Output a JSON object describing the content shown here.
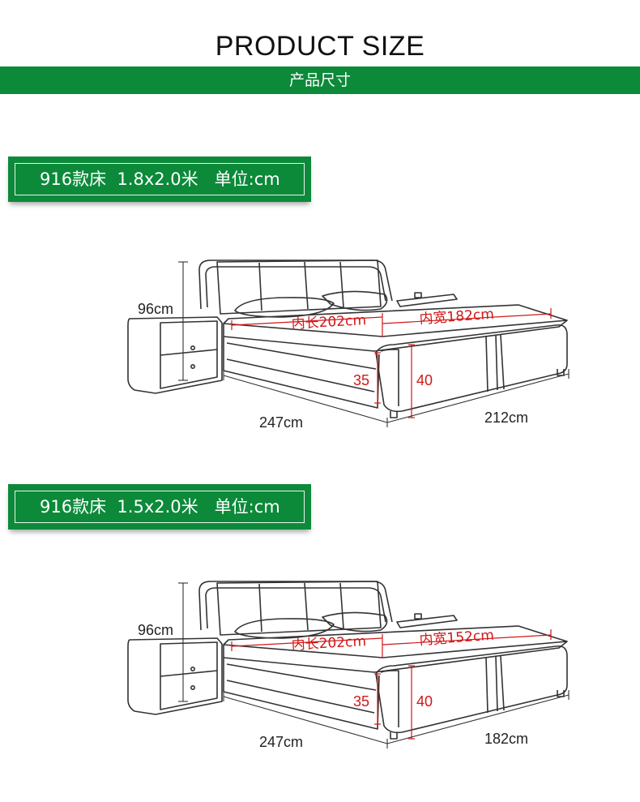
{
  "header": {
    "title": "PRODUCT SIZE",
    "subtitle": "产品尺寸"
  },
  "sections": [
    {
      "label": "916款床  1.8x2.0米   单位:cm",
      "height": "96cm",
      "inner_length": "内长202cm",
      "inner_width": "内宽182cm",
      "frame_height": "35",
      "total_height": "40",
      "outer_length": "247cm",
      "outer_width": "212cm"
    },
    {
      "label": "916款床  1.5x2.0米   单位:cm",
      "height": "96cm",
      "inner_length": "内长202cm",
      "inner_width": "内宽152cm",
      "frame_height": "35",
      "total_height": "40",
      "outer_length": "247cm",
      "outer_width": "182cm"
    }
  ],
  "colors": {
    "band": "#0c8a3a",
    "dimension_red": "#d01818"
  }
}
